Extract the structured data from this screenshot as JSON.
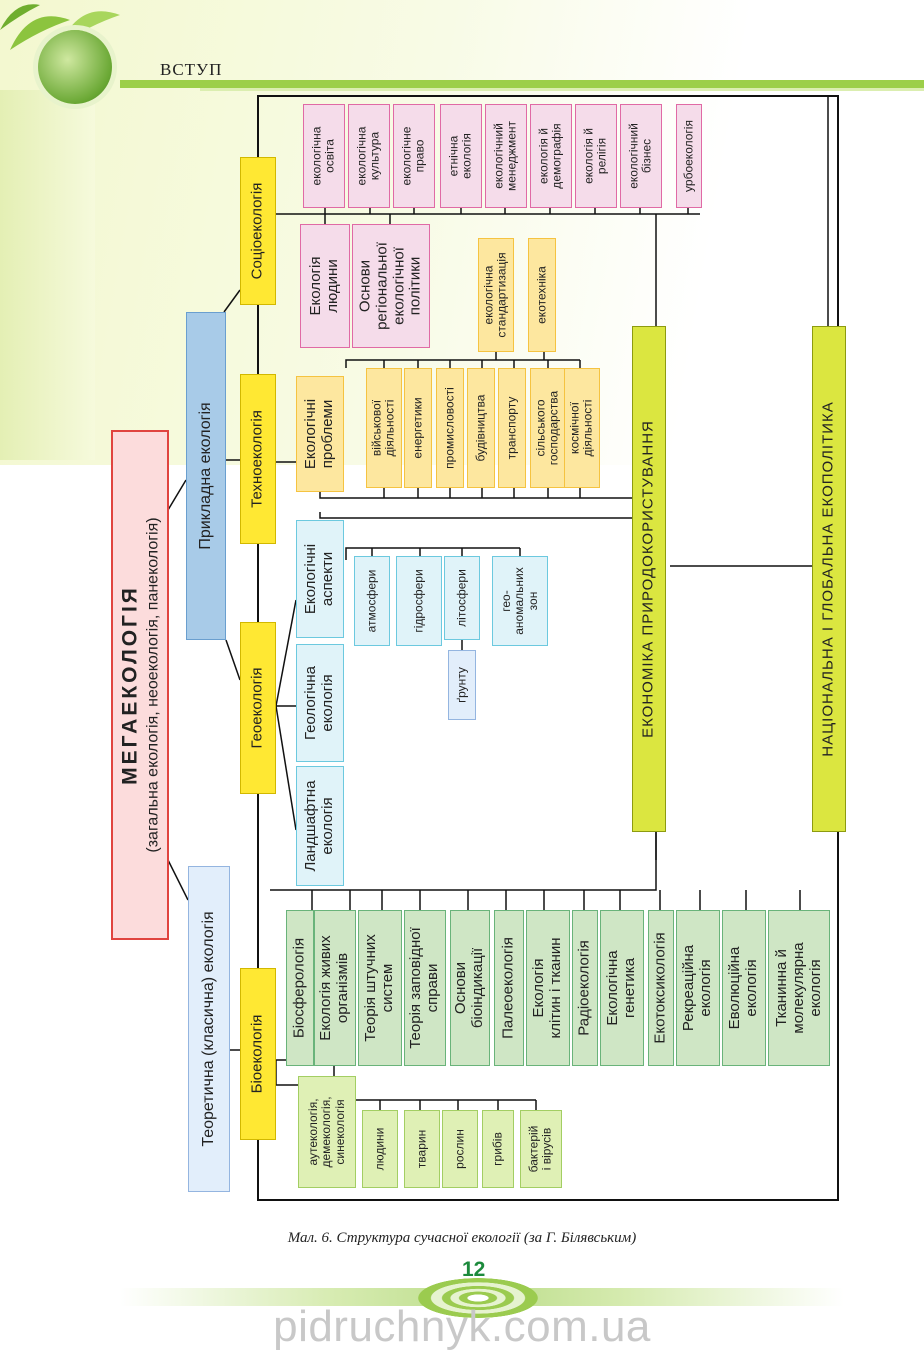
{
  "header": {
    "section": "ВСТУП"
  },
  "mega": {
    "title": "МЕГАЕКОЛОГІЯ",
    "subtitle": "(загальна екологія, неоекологія, панекологія)"
  },
  "branches": {
    "theoretical": "Теоретична (класична) екологія",
    "applied": "Прикладна  екологія"
  },
  "groups": {
    "socio": "Соціоекологія",
    "techno": "Техноекологія",
    "geo": "Геоекологія",
    "bio": "Біоекологія"
  },
  "socio": {
    "top": [
      "екологічна\nосвіта",
      "екологічна\nкультура",
      "екологічне\nправо",
      "етнічна\nекологія",
      "екологічний\nменеджмент",
      "екологія й\nдемографія",
      "екологія й\nрелігія",
      "екологічний\nбізнес",
      "урбоекологія"
    ],
    "main": [
      "Екологія\nлюдини",
      "Основи\nрегіональної\nекологічної\nполітики"
    ]
  },
  "techno": {
    "problems": "Екологічні\nпроблеми",
    "sub": [
      "військової\nдіяльності",
      "енергетики",
      "промисловості",
      "будівництва",
      "транспорту",
      "сільського\nгосподарства",
      "космічної\nдіяльності"
    ],
    "extra": [
      "екологічна\nстандартизація",
      "екотехніка"
    ]
  },
  "geo": {
    "aspects": "Екологічні\nаспекти",
    "sub": [
      "атмосфери",
      "гідросфери",
      "літосфери",
      "гео-\nаномальних\nзон"
    ],
    "soil": "ґрунту",
    "geological": "Геологічна\nекологія",
    "landscape": "Ландшафтна\nекологія"
  },
  "bio": {
    "items": [
      "Біосферологія",
      "Екологія живих\nорганізмів",
      "Теорія штучних\nсистем",
      "Теорія заповідної\nсправи",
      "Основи\nбіоіндикації",
      "Палеоекологія",
      "Екологія\nклітин і тканин",
      "Радіоекологія",
      "Екологічна\nгенетика",
      "Екотоксикологія",
      "Рекреаційна\nекологія",
      "Еволюційна\nекологія",
      "Тканинна й\nмолекулярна\nекологія"
    ],
    "autecology": "аутекологія,\nдемекологія,\nсинекологія",
    "organisms": [
      "людини",
      "тварин",
      "рослин",
      "грибів",
      "бактерій\nі вірусів"
    ]
  },
  "bars": {
    "economy": "ЕКОНОМІКА ПРИРОДОКОРИСТУВАННЯ",
    "policy": "НАЦІОНАЛЬНА І ГЛОБАЛЬНА ЕКОПОЛІТИКА"
  },
  "caption": "Мал. 6. Структура сучасної екології (за Г. Білявським)",
  "page_number": "12",
  "watermark": "pidruchnyk.com.ua"
}
